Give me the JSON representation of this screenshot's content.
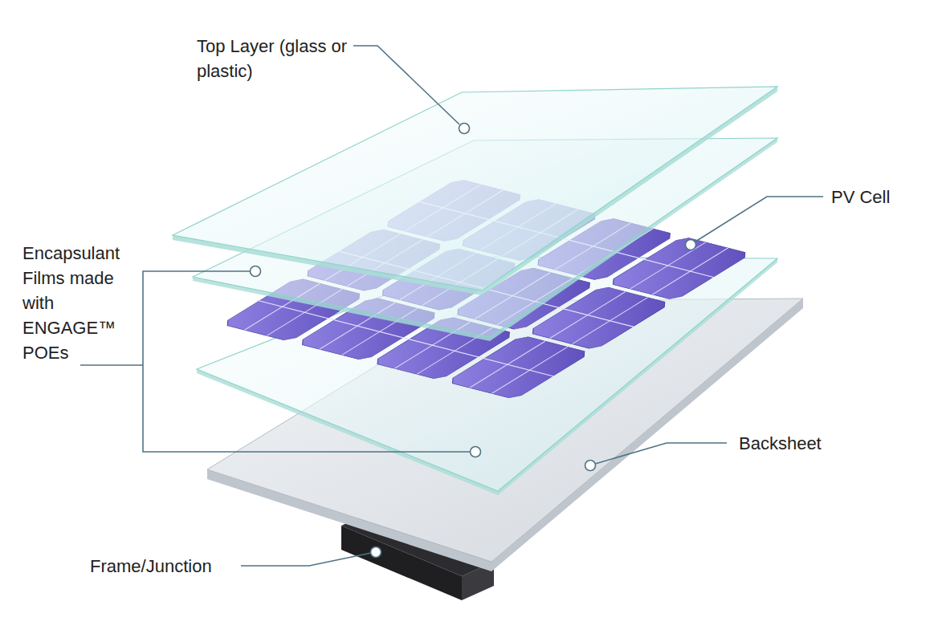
{
  "diagram": {
    "labels": [
      "Top Layer (glass or plastic)",
      "PV Cell",
      "Encapsulant Films made with ENGAGE™ POEs",
      "Backsheet",
      "Frame/Junction"
    ]
  }
}
